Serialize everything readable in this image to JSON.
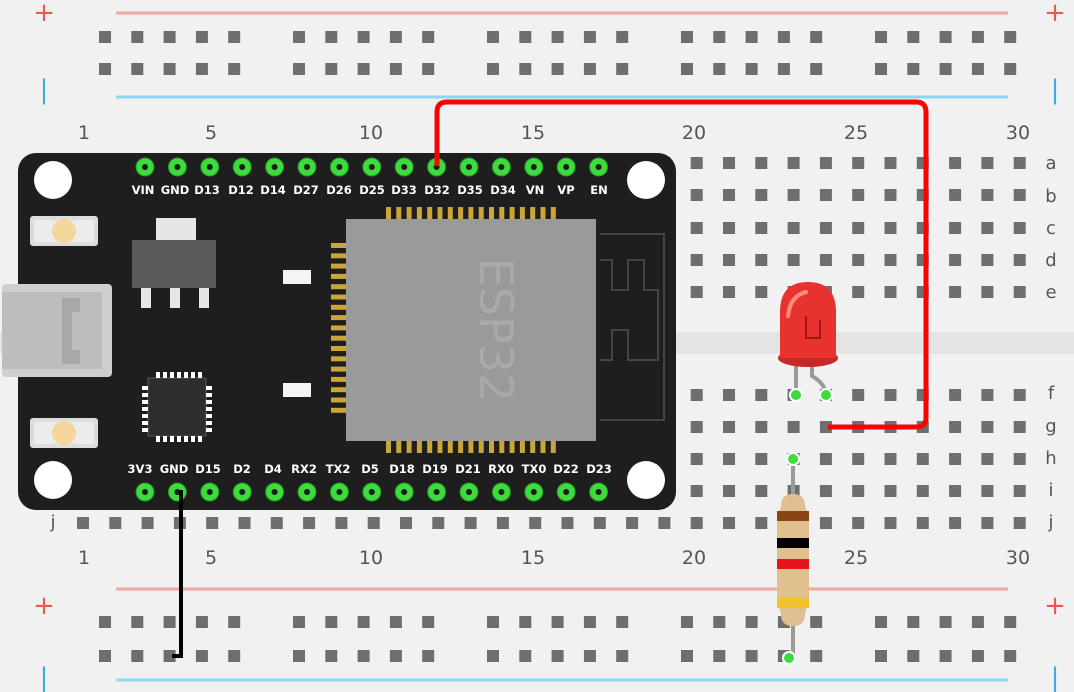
{
  "breadboard": {
    "plus_sign": "+",
    "minus_sign": "|",
    "columns_labeled": [
      "1",
      "5",
      "10",
      "15",
      "20",
      "25",
      "30"
    ],
    "rows_top": [
      "a",
      "b",
      "c",
      "d",
      "e"
    ],
    "rows_bottom": [
      "f",
      "g",
      "h",
      "i",
      "j"
    ]
  },
  "board": {
    "chip_label": "ESP32",
    "top_pins": [
      "VIN",
      "GND",
      "D13",
      "D12",
      "D14",
      "D27",
      "D26",
      "D25",
      "D33",
      "D32",
      "D35",
      "D34",
      "VN",
      "VP",
      "EN"
    ],
    "bottom_pins": [
      "3V3",
      "GND",
      "D15",
      "D2",
      "D4",
      "RX2",
      "TX2",
      "D5",
      "D18",
      "D19",
      "D21",
      "RX0",
      "TX0",
      "D22",
      "D23"
    ]
  },
  "components": {
    "led": {
      "color": "#e8322e"
    },
    "resistor": {
      "bands": [
        "#8b4513",
        "#000000",
        "#e8141c",
        "#f2c12e"
      ]
    }
  },
  "wires": {
    "signal": {
      "color": "#ff0000",
      "from_pin": "D32",
      "to": "g24"
    },
    "ground": {
      "color": "#000000",
      "from_pin": "GND",
      "to": "ground rail"
    }
  },
  "colors": {
    "board_body": "#1e1e1e",
    "pin_green": "#3ddc3d",
    "rail_red": "#f0a8a0",
    "rail_blue": "#8dd6ee",
    "hole": "#6e6e6e"
  }
}
